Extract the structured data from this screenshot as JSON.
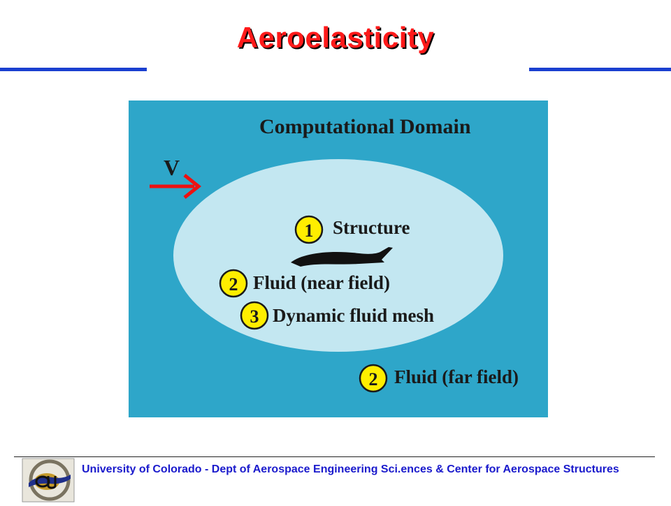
{
  "slide": {
    "title": "Aeroelasticity"
  },
  "diagram": {
    "heading": "Computational Domain",
    "velocity_label": "V",
    "items": [
      {
        "number": "1",
        "label": "Structure"
      },
      {
        "number": "2",
        "label": "Fluid (near field)"
      },
      {
        "number": "3",
        "label": "Dynamic fluid mesh"
      },
      {
        "number": "2",
        "label": "Fluid (far field)"
      }
    ],
    "colors": {
      "domain_background": "#2ea6c9",
      "near_field": "#c3e7f1",
      "badge": "#ffee00",
      "arrow": "#ee1111",
      "aircraft": "#111111"
    }
  },
  "footer": {
    "text": "University of Colorado - Dept of Aerospace Engineering Sci.ences & Center for Aerospace Structures"
  },
  "logo": {
    "icon": "university-logo-icon"
  }
}
